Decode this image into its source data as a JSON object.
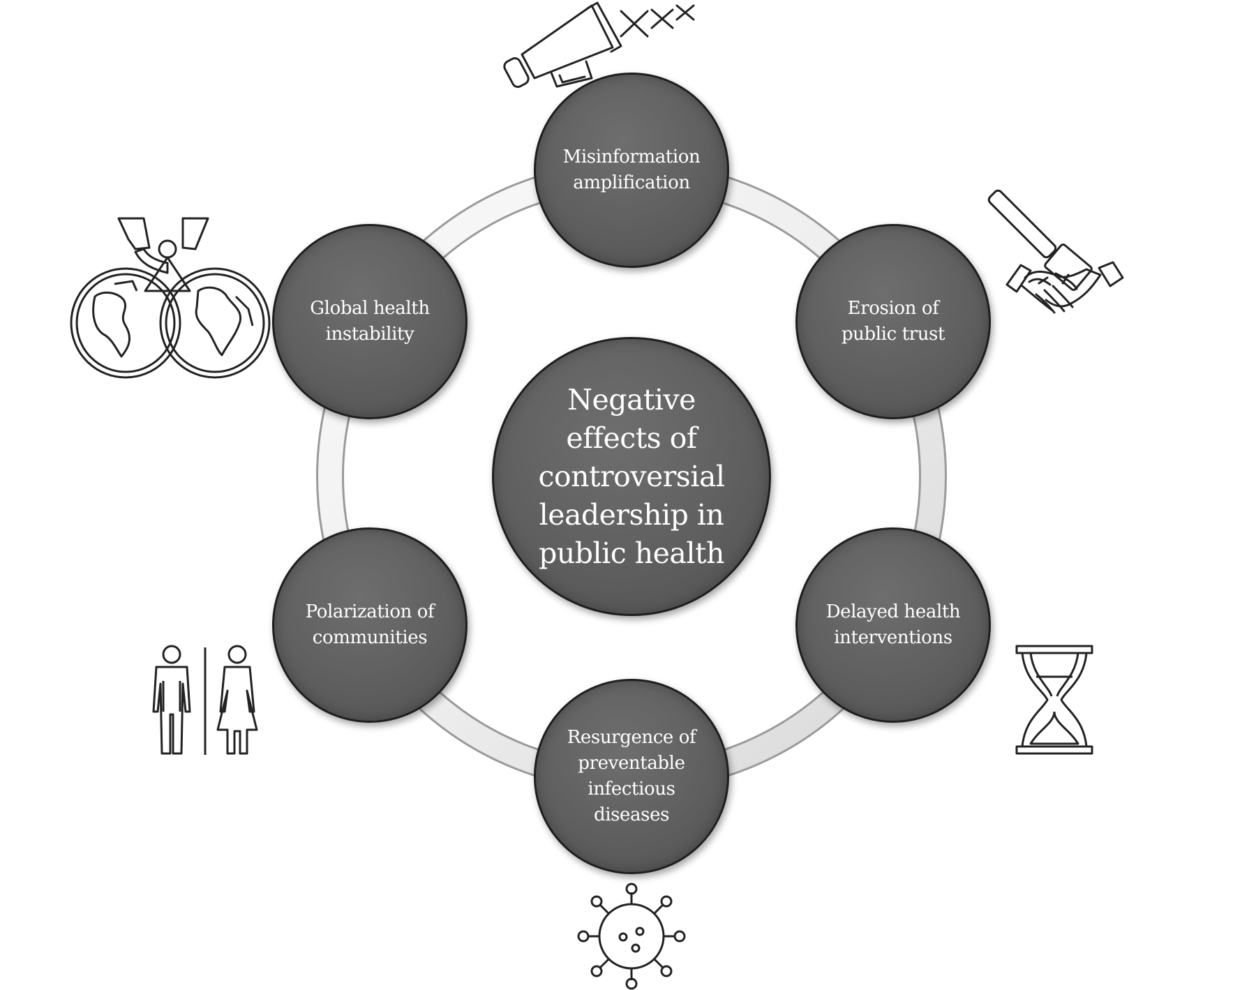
{
  "diagram": {
    "center": {
      "label": "Negative\neffects of\ncontroversial\nleadership in\npublic health"
    },
    "nodes": [
      {
        "id": "misinformation",
        "label": "Misinformation\namplification",
        "icon": "megaphone-icon"
      },
      {
        "id": "trust",
        "label": "Erosion of\npublic trust",
        "icon": "broken-handshake-icon"
      },
      {
        "id": "delayed",
        "label": "Delayed health\ninterventions",
        "icon": "hourglass-icon"
      },
      {
        "id": "resurgence",
        "label": "Resurgence of\npreventable\ninfectious\ndiseases",
        "icon": "virus-icon"
      },
      {
        "id": "polarization",
        "label": "Polarization of\ncommunities",
        "icon": "man-woman-divided-icon"
      },
      {
        "id": "global",
        "label": "Global health\ninstability",
        "icon": "globe-radiation-icon"
      }
    ],
    "colors": {
      "node_fill": "#5f5f5f",
      "node_border": "#1e1e1e",
      "ring": "#e8e8e8",
      "text": "#ffffff",
      "icon_stroke": "#222222"
    }
  }
}
